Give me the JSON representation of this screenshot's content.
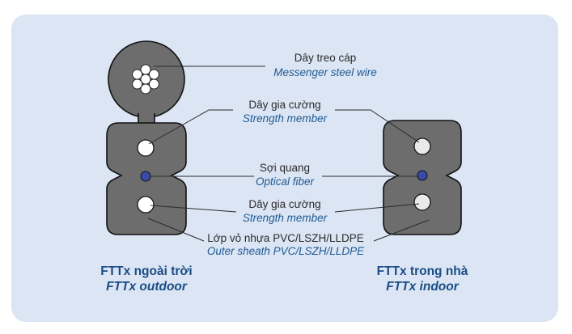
{
  "labels": {
    "messenger": {
      "vn": "Dây treo cáp",
      "en": "Messenger steel wire"
    },
    "strength_top": {
      "vn": "Dây gia cường",
      "en": "Strength member"
    },
    "fiber": {
      "vn": "Sợi quang",
      "en": "Optical fiber"
    },
    "strength_bottom": {
      "vn": "Dây gia cường",
      "en": "Strength member"
    },
    "sheath": {
      "vn": "Lớp vỏ nhựa PVC/LSZH/LLDPE",
      "en": "Outer sheath PVC/LSZH/LLDPE"
    }
  },
  "captions": {
    "outdoor": {
      "vn": "FTTx ngoài trời",
      "en": "FTTx outdoor"
    },
    "indoor": {
      "vn": "FTTx trong nhà",
      "en": "FTTx indoor"
    }
  },
  "colors": {
    "panel": "#dbe5f4",
    "cable": "#6d6d6d",
    "fiber": "#3a4aa8",
    "caption": "#1a4c86",
    "english": "#1f5a93"
  }
}
